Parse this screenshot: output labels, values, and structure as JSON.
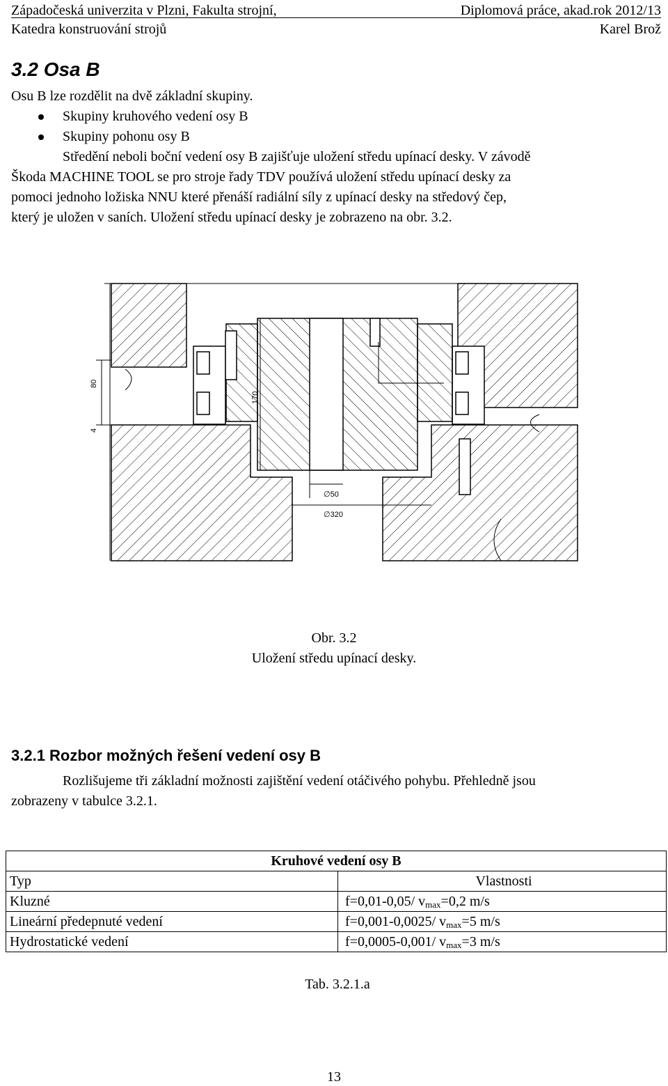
{
  "header": {
    "left1": "Západočeská univerzita v Plzni, Fakulta strojní,",
    "right1": "Diplomová práce, akad.rok 2012/13",
    "left2": "Katedra konstruování strojů",
    "right2": "Karel Brož"
  },
  "section": {
    "title": "3.2 Osa B"
  },
  "intro": "Osu B lze rozdělit na dvě základní skupiny.",
  "bullets": [
    "Skupiny kruhového vedení osy B",
    "Skupiny pohonu osy B"
  ],
  "paragraph": {
    "line1": "Středění neboli boční vedení osy B zajišťuje uložení středu upínací desky. V závodě",
    "line2": "Škoda MACHINE TOOL se pro stroje řady TDV používá uložení středu upínací desky za",
    "line3": "pomoci jednoho ložiska NNU které přenáší radiální síly z upínací desky na středový čep,",
    "line4": "který je uložen v saních. Uložení středu upínací desky je zobrazeno na obr. 3.2."
  },
  "figure": {
    "dims": {
      "d80": "80",
      "d4": "4",
      "d170": "170",
      "d50": "∅50",
      "d320": "∅320"
    },
    "caption_num": "Obr. 3.2",
    "caption_text": "Uložení středu upínací desky."
  },
  "subsection": {
    "title": "3.2.1 Rozbor možných řešení vedení osy B",
    "line1": "Rozlišujeme tři základní možnosti zajištění vedení otáčivého pohybu. Přehledně jsou",
    "line2": "zobrazeny v tabulce 3.2.1."
  },
  "table": {
    "title": "Kruhové vedení osy B",
    "header": {
      "typ": "Typ",
      "vlastnosti": "Vlastnosti"
    },
    "rows": [
      {
        "typ": "Kluzné",
        "f": "f=0,01-0,05/ v",
        "sub": "max",
        "v": "=0,2 m/s"
      },
      {
        "typ": "Lineární předepnuté vedení",
        "f": "f=0,001-0,0025/ v",
        "sub": "max",
        "v": "=5 m/s"
      },
      {
        "typ": "Hydrostatické vedení",
        "f": "f=0,0005-0,001/ v",
        "sub": "max",
        "v": "=3 m/s"
      }
    ],
    "caption": "Tab. 3.2.1.a"
  },
  "page_number": "13"
}
